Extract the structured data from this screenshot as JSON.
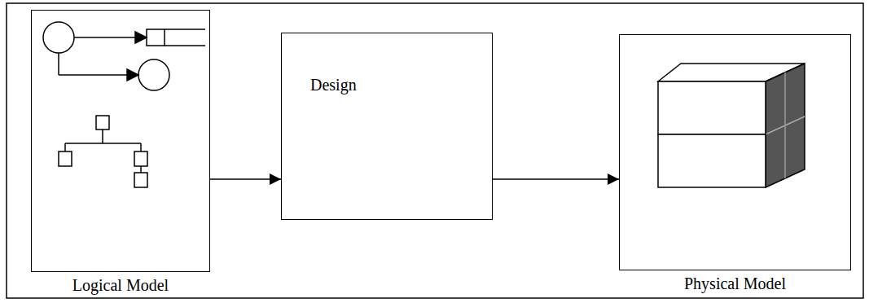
{
  "diagram": {
    "nodes": [
      {
        "text": [
          "Logical Model"
        ]
      },
      {
        "text": [
          "Design"
        ]
      },
      {
        "text": [
          "Physical Model"
        ]
      }
    ],
    "edges": [
      {
        "from": 0,
        "to": 1,
        "arrow": "to"
      },
      {
        "from": 1,
        "to": 2,
        "arrow": "to"
      }
    ]
  }
}
